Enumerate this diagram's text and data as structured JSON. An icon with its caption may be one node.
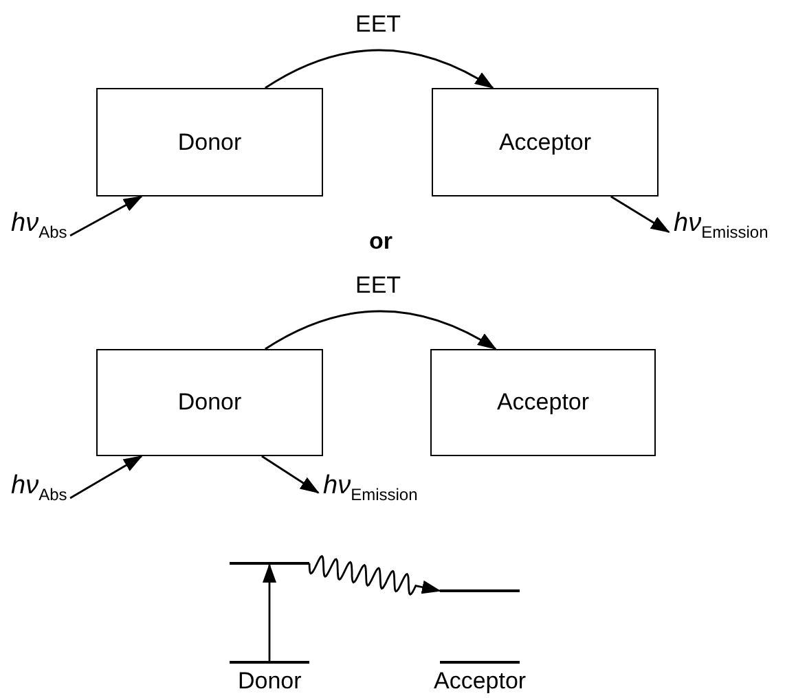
{
  "diagram": {
    "nodes": [
      {
        "text": [
          "Donor"
        ]
      },
      {
        "text": [
          "Acceptor"
        ]
      },
      {
        "text": [
          "*hν*$_{Abs}$"
        ]
      },
      {
        "text": [
          "*hν*$_{Emission}$"
        ]
      },
      {
        "text": [
          "Donor"
        ]
      },
      {
        "text": [
          "Acceptor"
        ]
      },
      {
        "text": [
          "*hν*$_{Abs}$"
        ]
      },
      {
        "text": [
          "*hν*$_{Emission}$"
        ]
      },
      {
        "text": [],
        "shape": "bar"
      },
      {
        "text": [],
        "shape": "bar"
      },
      {
        "text": [],
        "shape": "bar"
      },
      {
        "text": [],
        "shape": "bar"
      }
    ],
    "edges": [
      {
        "from": 0,
        "to": 1,
        "arrow": "to",
        "label": "EET"
      },
      {
        "from": 2,
        "to": 0,
        "arrow": "to"
      },
      {
        "from": 1,
        "to": 3,
        "arrow": "to"
      },
      {
        "from": 4,
        "to": 5,
        "arrow": "to",
        "label": "EET"
      },
      {
        "from": 6,
        "to": 4,
        "arrow": "to"
      },
      {
        "from": 4,
        "to": 7,
        "arrow": "to"
      },
      {
        "from": 9,
        "to": 8,
        "arrow": "to"
      },
      {
        "from": 8,
        "to": 10,
        "arrow": "to"
      }
    ],
    "labels": [
      "or",
      "Donor",
      "Acceptor"
    ]
  }
}
